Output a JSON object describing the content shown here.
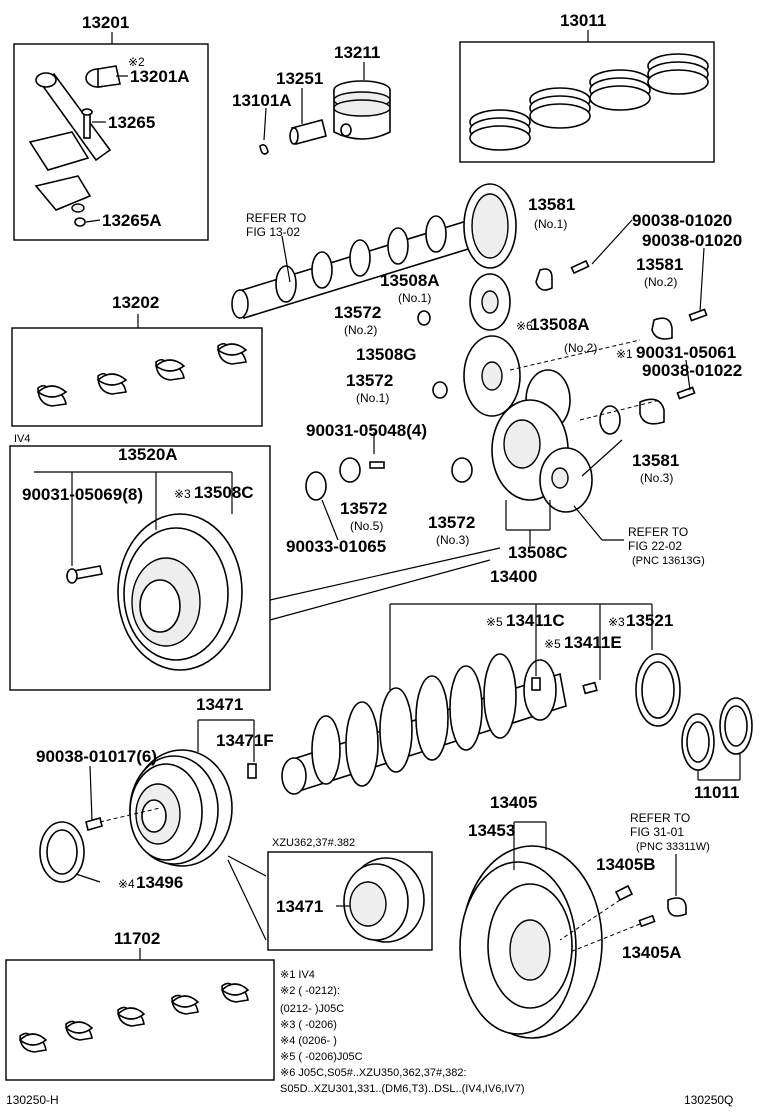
{
  "labels": {
    "p13201": "13201",
    "p13201A": "13201A",
    "p13265": "13265",
    "p13265A": "13265A",
    "p13211": "13211",
    "p13251": "13251",
    "p13101A": "13101A",
    "p13011": "13011",
    "p13581a": "13581",
    "no1a": "(No.1)",
    "p90038_01020a": "90038-01020",
    "p90038_01020b": "90038-01020",
    "p13581b": "13581",
    "no2a": "(No.2)",
    "refer1302a": "REFER TO",
    "refer1302b": "FIG 13-02",
    "p13508A_1": "13508A",
    "no1b": "(No.1)",
    "p13202": "13202",
    "p13572a": "13572",
    "no2b": "(No.2)",
    "p13508A_2": "13508A",
    "no2c": "(No.2)",
    "p90031_05061": "90031-05061",
    "p90038_01022": "90038-01022",
    "p13508G": "13508G",
    "p13572b": "13572",
    "no1c": "(No.1)",
    "p90031_05048": "90031-05048(4)",
    "p13520A": "13520A",
    "p90031_05069": "90031-05069(8)",
    "p13508C_a": "13508C",
    "p13572c": "13572",
    "no5": "(No.5)",
    "p13572d": "13572",
    "no3a": "(No.3)",
    "p13581c": "13581",
    "no3b": "(No.3)",
    "p90033_01065": "90033-01065",
    "p13508C_b": "13508C",
    "refer2202a": "REFER TO",
    "refer2202b": "FIG 22-02",
    "pnc13613G": "(PNC 13613G)",
    "p13400": "13400",
    "p13411C": "13411C",
    "p13521": "13521",
    "p13411E": "13411E",
    "p13471": "13471",
    "p13471F": "13471F",
    "p90038_01017": "90038-01017(6)",
    "p11011": "11011",
    "p13405": "13405",
    "p13453": "13453",
    "refer3101a": "REFER TO",
    "refer3101b": "FIG 31-01",
    "pnc33311W": "(PNC 33311W)",
    "p13405B": "13405B",
    "p13496": "13496",
    "xzu": "XZU362,37#.382",
    "p13471b": "13471",
    "p13405A": "13405A",
    "p11702": "11702",
    "iv4": "IV4"
  },
  "marks": {
    "m2": "※2",
    "m6": "※6",
    "m1": "※1",
    "m3a": "※3",
    "m5a": "※5",
    "m3b": "※3",
    "m5b": "※5",
    "m4": "※4"
  },
  "notes": [
    "※1 IV4",
    "※2 (      -0212):",
    "    (0212-      )J05C",
    "※3 (      -0206)",
    "※4 (0206-      )",
    "※5 (      -0206)J05C",
    "※6 J05C,S05#..XZU350,362,37#,382:",
    "    S05D..XZU301,331..(DM6,T3)..DSL..(IV4,IV6,IV7)"
  ],
  "footer": {
    "left": "130250-H",
    "right": "130250Q"
  }
}
